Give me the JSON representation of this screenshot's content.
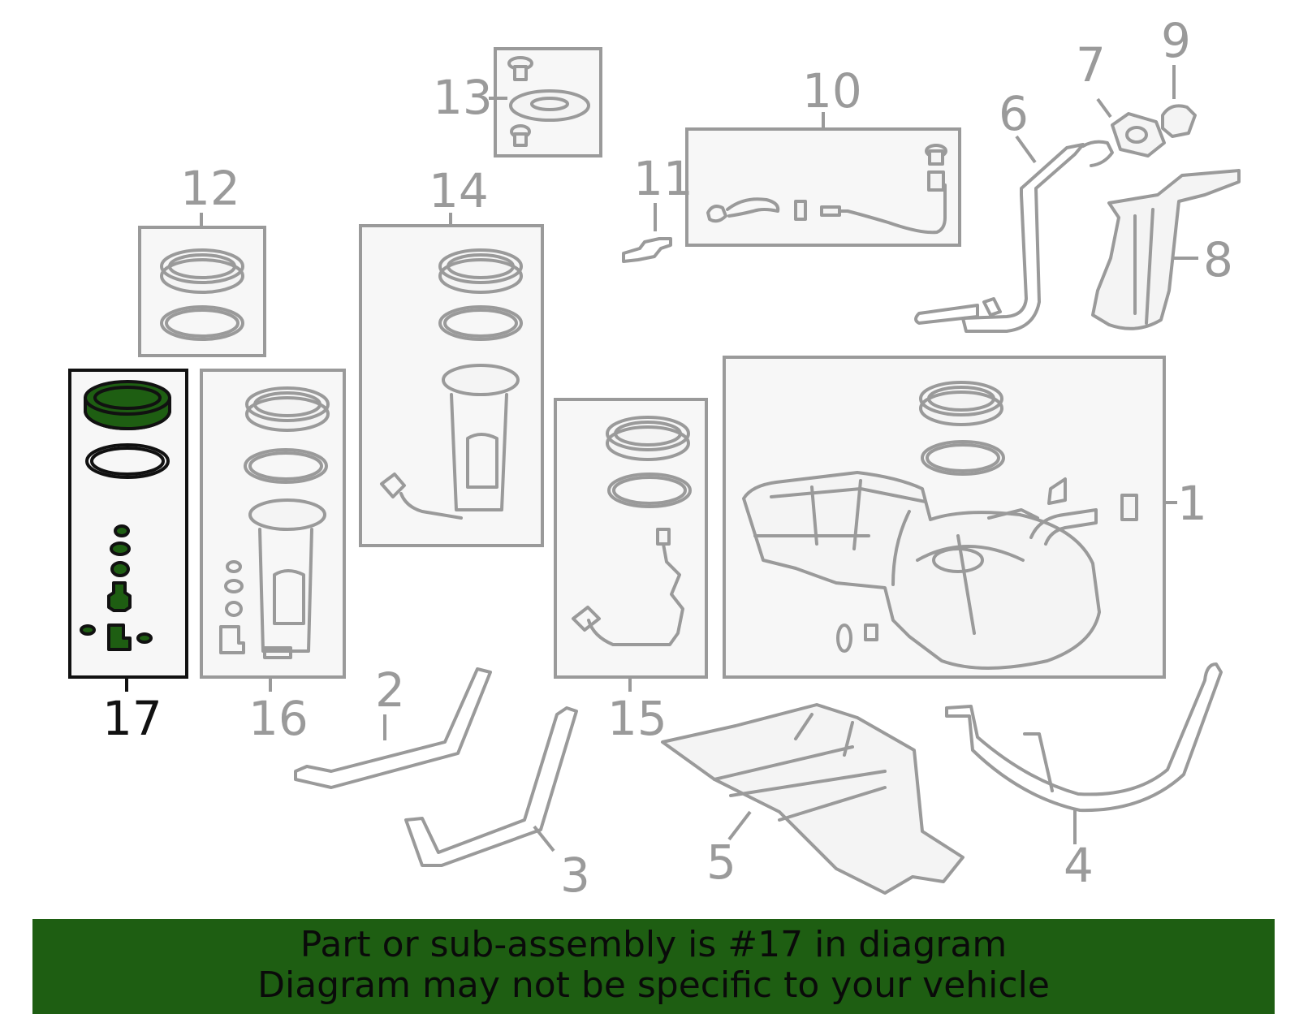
{
  "diagram": {
    "callouts": {
      "c1": "1",
      "c2": "2",
      "c3": "3",
      "c4": "4",
      "c5": "5",
      "c6": "6",
      "c7": "7",
      "c8": "8",
      "c9": "9",
      "c10": "10",
      "c11": "11",
      "c12": "12",
      "c13": "13",
      "c14": "14",
      "c15": "15",
      "c16": "16",
      "c17": "17"
    },
    "highlighted_part": "17",
    "colors": {
      "highlight": "#1e5e12",
      "line": "#9a9a9a",
      "selected_outline": "#111111"
    }
  },
  "banner": {
    "line1": "Part or sub-assembly is #17 in diagram",
    "line2": "Diagram may not be specific to your vehicle"
  }
}
